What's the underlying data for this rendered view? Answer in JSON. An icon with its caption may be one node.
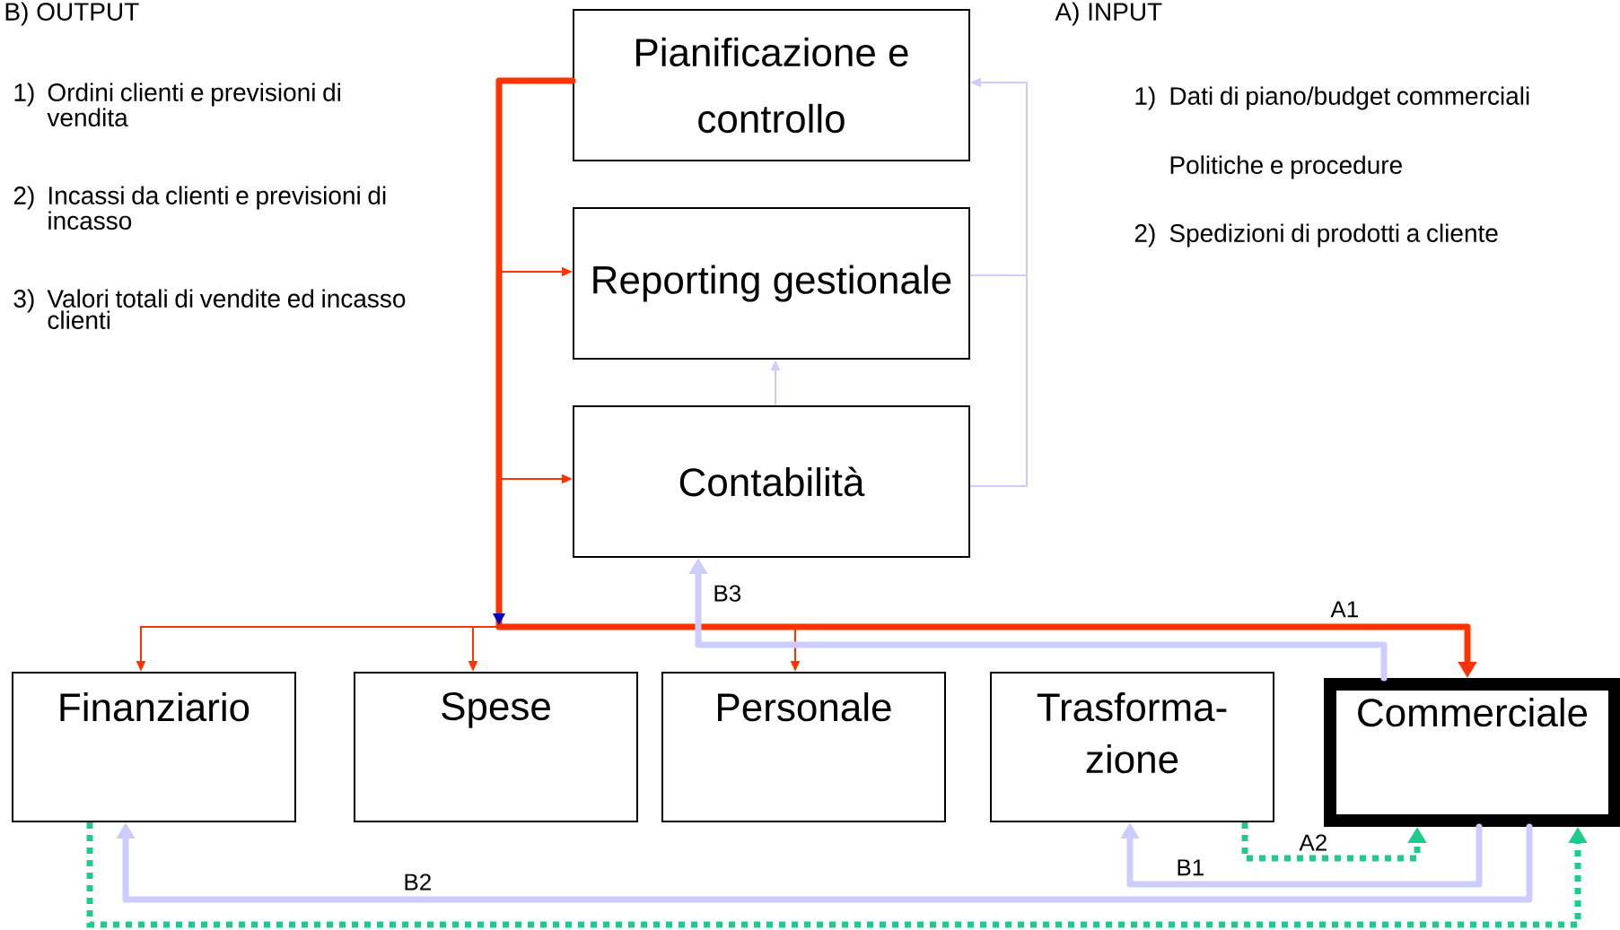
{
  "diagram": {
    "nodes": [
      {
        "text": [
          "Pianificazione e controllo"
        ]
      },
      {
        "text": [
          "Reporting gestionale"
        ]
      },
      {
        "text": [
          "Contabilità"
        ]
      },
      {
        "text": [
          "Finanziario"
        ]
      },
      {
        "text": [
          "Spese"
        ]
      },
      {
        "text": [
          "Personale"
        ]
      },
      {
        "text": [
          "Trasforma- zione"
        ]
      },
      {
        "text": [
          "Commerciale"
        ]
      }
    ],
    "edges": [
      {
        "from": 0,
        "to": 7,
        "arrow": "to",
        "label": "A1",
        "style": "thick",
        "color": "#ff3300"
      },
      {
        "from": 0,
        "to": 1,
        "arrow": "to",
        "color": "#ff3300"
      },
      {
        "from": 0,
        "to": 2,
        "arrow": "to",
        "color": "#ff3300"
      },
      {
        "from": 0,
        "to": 3,
        "arrow": "to",
        "color": "#ff3300"
      },
      {
        "from": 0,
        "to": 4,
        "arrow": "to",
        "color": "#ff3300"
      },
      {
        "from": 0,
        "to": 5,
        "arrow": "to",
        "color": "#ff3300"
      },
      {
        "from": 2,
        "to": 0,
        "arrow": "to",
        "color": "#ccccff"
      },
      {
        "from": 1,
        "to": 0,
        "arrow": "to",
        "color": "#ccccff"
      },
      {
        "from": 2,
        "to": 1,
        "arrow": "to",
        "color": "#ccccff"
      },
      {
        "from": 7,
        "to": 2,
        "arrow": "to",
        "label": "B3",
        "style": "thick",
        "color": "#ccccff"
      },
      {
        "from": 7,
        "to": 6,
        "arrow": "to",
        "label": "B1",
        "style": "thick",
        "color": "#ccccff"
      },
      {
        "from": 7,
        "to": 3,
        "arrow": "to",
        "label": "B2",
        "style": "thick",
        "color": "#ccccff"
      },
      {
        "from": 6,
        "to": 7,
        "arrow": "to",
        "label": "A2",
        "style": "dashed",
        "color": "#1dcc8c"
      },
      {
        "from": 3,
        "to": 7,
        "arrow": "to",
        "style": "dashed",
        "color": "#1dcc8c"
      }
    ],
    "labels": [
      "B) OUTPUT",
      "1)",
      "Ordini clienti e previsioni di vendita",
      "2)",
      "Incassi da clienti e previsioni di incasso",
      "3)",
      "Valori totali di vendite ed incasso clienti",
      "A) INPUT",
      "1)",
      "Dati di piano/budget commerciali",
      "Politiche e procedure",
      "2)",
      "Spedizioni di prodotti a cliente"
    ]
  }
}
